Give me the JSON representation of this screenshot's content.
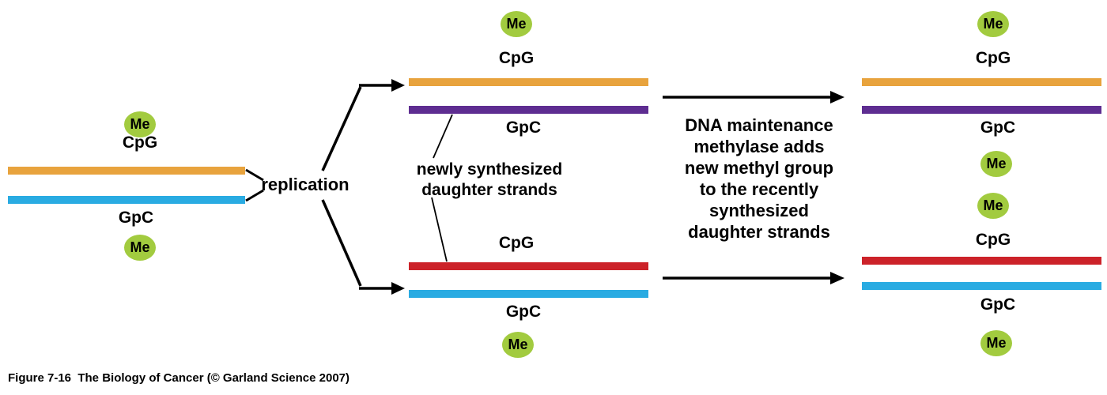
{
  "labels": {
    "me": "Me",
    "cpg": "CpG",
    "gpc": "GpC"
  },
  "annotations": {
    "replication": "replication",
    "daughter_strands": "newly synthesized\ndaughter strands",
    "maintenance": "DNA maintenance\nmethylase adds\nnew methyl group\nto the recently\nsynthesized\ndaughter strands"
  },
  "caption": "Figure 7-16  The Biology of Cancer (© Garland Science 2007)",
  "colors": {
    "strand_orange": "#E8A33D",
    "strand_blue": "#29ABE2",
    "strand_purple": "#5E2D91",
    "strand_red": "#CC2229",
    "methyl_green": "#A2CB3F",
    "arrow_black": "#000000"
  }
}
